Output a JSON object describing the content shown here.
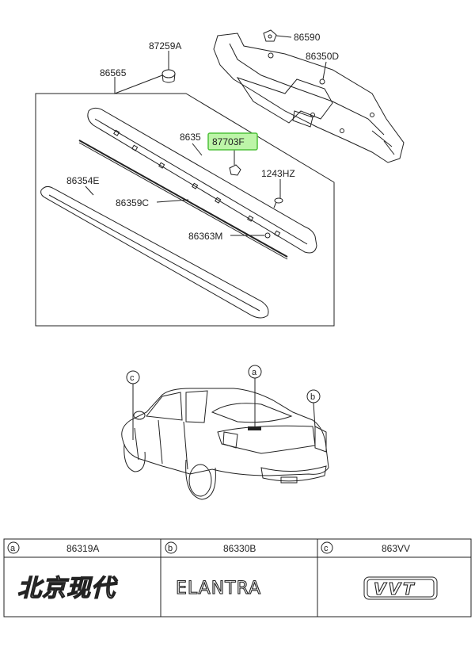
{
  "diagram": {
    "labels": {
      "p87259A": "87259A",
      "p86590": "86590",
      "p86350D": "86350D",
      "p86565": "86565",
      "p8635": "8635",
      "p87703F": "87703F",
      "p1243HZ": "1243HZ",
      "p86354E": "86354E",
      "p86359C": "86359C",
      "p86363M": "86363M"
    },
    "callouts": {
      "a": "a",
      "b": "b",
      "c": "c"
    }
  },
  "emblem_table": {
    "columns": [
      {
        "key": "a",
        "part": "86319A",
        "emblem": "北京现代"
      },
      {
        "key": "b",
        "part": "86330B",
        "emblem": "ELANTRA"
      },
      {
        "key": "c",
        "part": "863VV",
        "emblem": "VVT"
      }
    ]
  },
  "colors": {
    "highlight_fill": "#bdf5a8",
    "highlight_border": "#4fc23a",
    "line": "#222222"
  }
}
